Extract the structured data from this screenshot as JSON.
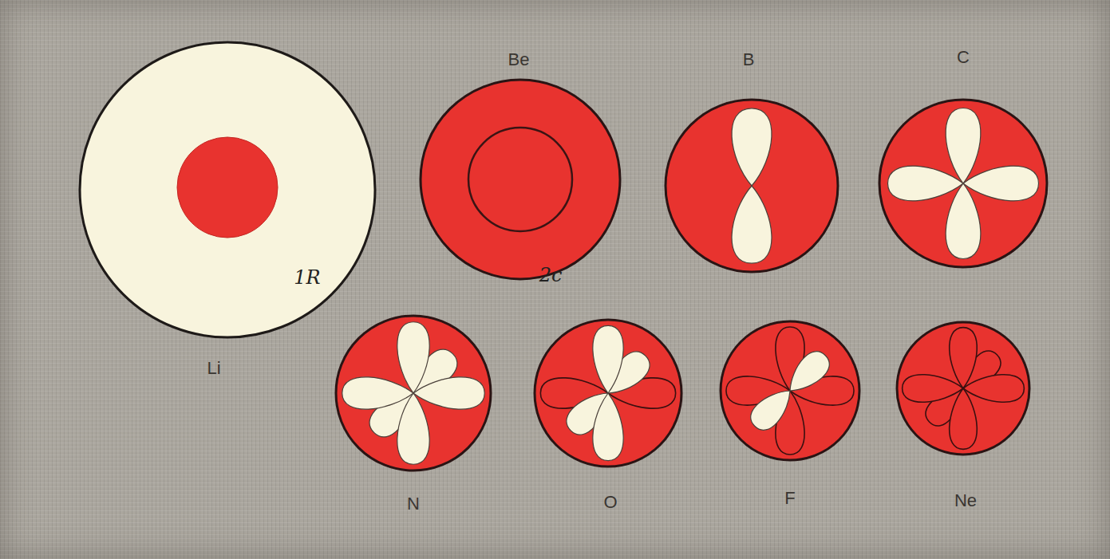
{
  "diagram": {
    "nodes": [
      {
        "text": [
          "Li",
          "1R"
        ]
      },
      {
        "text": [
          "Be",
          "2c"
        ]
      },
      {
        "text": [
          "B"
        ]
      },
      {
        "text": [
          "C"
        ]
      },
      {
        "text": [
          "N"
        ]
      },
      {
        "text": [
          "O"
        ]
      },
      {
        "text": [
          "F"
        ]
      },
      {
        "text": [
          "Ne"
        ]
      }
    ]
  }
}
